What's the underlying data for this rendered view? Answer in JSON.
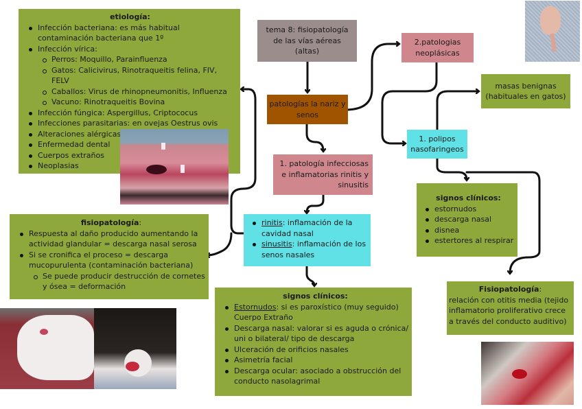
{
  "main_topic": "tema 8: fisiopatología de las vías aéreas (altas)",
  "branch_root": "patologías la nariz y senos",
  "branch_infectious": "1. patología infecciosas e inflamatorias rinitis y sinusitis",
  "branch_neoplastic": "2.patologias neoplásicas",
  "polyps": "1. polipos nasofaringeos",
  "benign_masses": "masas benignas (habituales en gatos)",
  "definitions": {
    "items": [
      {
        "term": "rinitis",
        "text": ": inflamación de la cavidad nasal"
      },
      {
        "term": "sinusitis",
        "text": ": inflamación de los senos nasales"
      }
    ]
  },
  "etiology": {
    "title": "etiología:",
    "items": [
      "Infección bacteriana: es más habitual contaminación bacteriana que 1º",
      "Infección vírica:",
      "Infección fúngica: Aspergillus, Criptococus",
      "Infecciones parasitarias: en ovejas Oestrus ovis",
      "Alteraciones alérgicas",
      "Enfermedad dental",
      "Cuerpos extraños",
      "Neoplasias"
    ],
    "viral_subitems": [
      "Perros: Moquillo, Parainfluenza",
      "Gatos: Calicivirus, Rinotraqueitis felina, FIV, FELV",
      "Caballos: Virus de rhinopneumonitis, Influenza",
      "Vacuno: Rinotraqueitis Bovina"
    ]
  },
  "pathophysiology": {
    "title": "fisiopatología",
    "title_suffix": ":",
    "items": [
      "Respuesta al daño producido aumentando la actividad glandular = descarga nasal serosa",
      "Si se cronifica el proceso = descarga mucopurulenta (contaminación bacteriana)"
    ],
    "subitems": [
      "Se puede producir destrucción de cornetes y ósea = deformación"
    ]
  },
  "clinical_signs_rhinitis": {
    "title": "signos clínicos:",
    "first_term": "Estornudos",
    "first_text": ": si es paroxístico (muy seguido) Cuerpo Extraño",
    "items": [
      "Descarga nasal: valorar si es aguda o crónica/ uni o bilateral/ tipo de descarga",
      "Ulceración de orificios nasales",
      "Asimetría facial",
      "Descarga ocular: asociado a obstrucción del conducto nasolagrimal"
    ]
  },
  "clinical_signs_polyps": {
    "title": "signos clínicos:",
    "items": [
      "estornudos",
      "descarga nasal",
      "disnea",
      "estertores al respirar"
    ]
  },
  "polyp_pathophysiology": {
    "title": "Fisiopatología",
    "title_suffix": ":",
    "text": "relación con otitis media (tejido inflamatorio proliferativo crece a través del conducto auditivo)"
  },
  "images": {
    "skull_section": "nasal-cavity-section-photo",
    "rabbit": "rabbit-photo",
    "cat": "cat-nose-photo",
    "polyp": "polyp-specimen-photo",
    "oral_exam": "oral-exam-photo"
  }
}
